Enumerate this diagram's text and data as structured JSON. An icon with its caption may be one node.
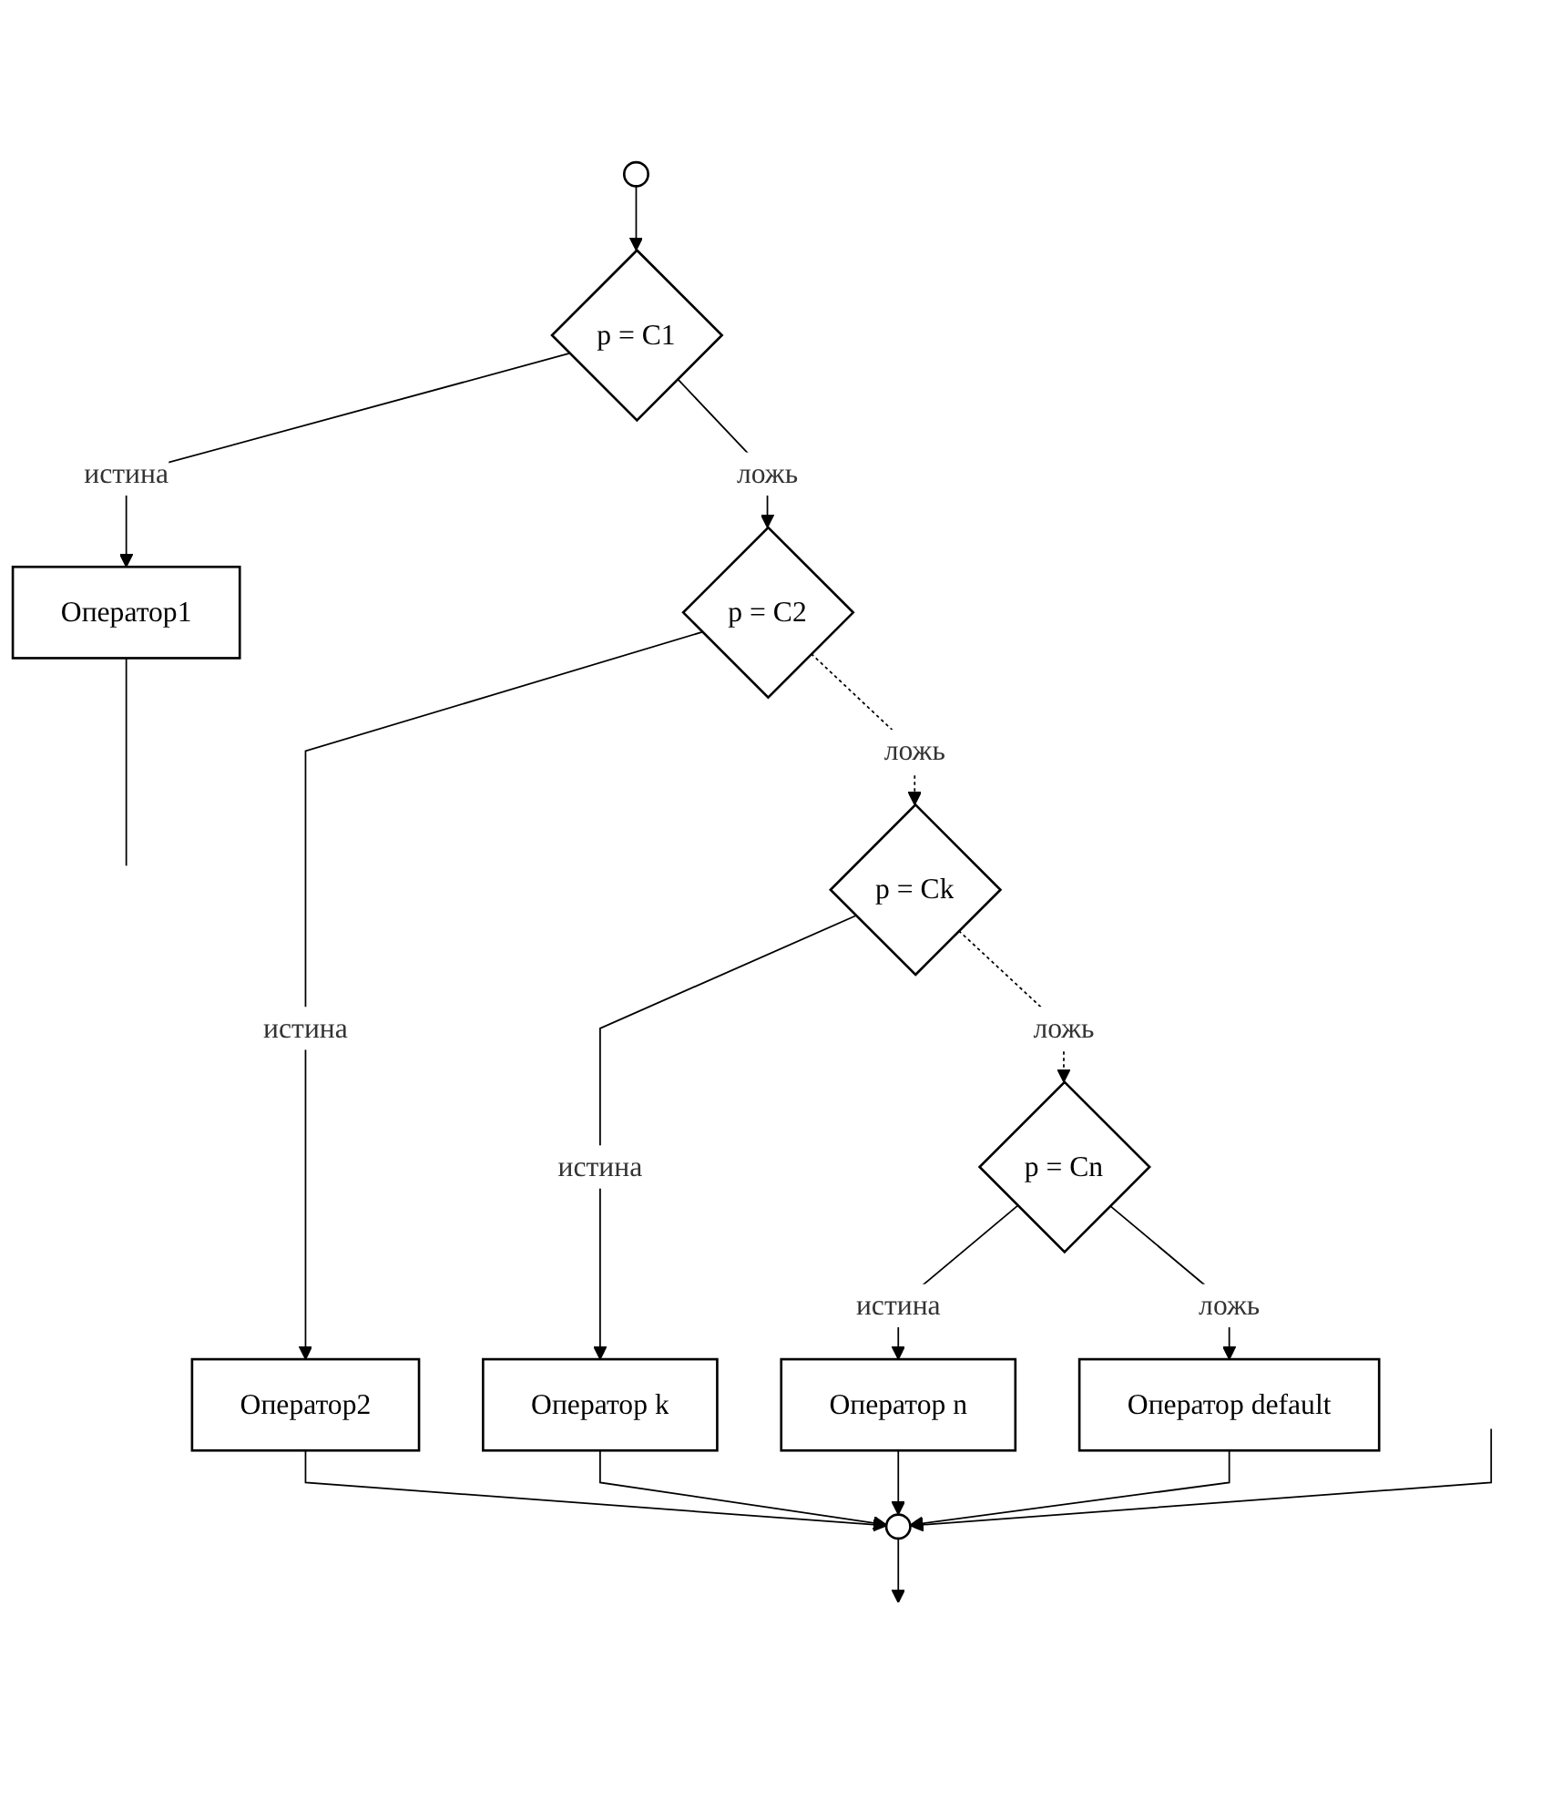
{
  "diagram": {
    "nodes": [
      {
        "text": [],
        "shape": "circle"
      },
      {
        "text": [
          "p = C1"
        ]
      },
      {
        "text": [
          "Оператор1"
        ]
      },
      {
        "text": [
          "p = C2"
        ]
      },
      {
        "text": [
          "Оператор2"
        ]
      },
      {
        "text": [
          "p = Ck"
        ]
      },
      {
        "text": [
          "Оператор k"
        ]
      },
      {
        "text": [
          "p = Cn"
        ]
      },
      {
        "text": [
          "Оператор n"
        ]
      },
      {
        "text": [
          "Оператор default"
        ]
      },
      {
        "text": [],
        "shape": "circle"
      }
    ],
    "edges": [
      {
        "from": 0,
        "to": 1,
        "arrow": "to"
      },
      {
        "from": 1,
        "to": 2,
        "label": "истина",
        "arrow": "to"
      },
      {
        "from": 1,
        "to": 3,
        "label": "ложь",
        "arrow": "to"
      },
      {
        "from": 3,
        "to": 4,
        "label": "истина",
        "arrow": "to"
      },
      {
        "from": 3,
        "to": 5,
        "label": "ложь",
        "arrow": "to",
        "style": "dashed"
      },
      {
        "from": 5,
        "to": 6,
        "label": "истина",
        "arrow": "to"
      },
      {
        "from": 5,
        "to": 7,
        "label": "ложь",
        "arrow": "to",
        "style": "dashed"
      },
      {
        "from": 7,
        "to": 8,
        "label": "истина",
        "arrow": "to"
      },
      {
        "from": 7,
        "to": 9,
        "label": "ложь",
        "arrow": "to"
      },
      {
        "from": 9,
        "to": 10,
        "arrow": "to"
      },
      {
        "from": 8,
        "to": 10,
        "arrow": "to"
      },
      {
        "from": 6,
        "to": 10,
        "arrow": "to"
      },
      {
        "from": 4,
        "to": 10,
        "arrow": "to"
      },
      {
        "from": 2,
        "to": null,
        "arrow": "none"
      },
      {
        "from": null,
        "to": 10,
        "arrow": "to"
      },
      {
        "from": 10,
        "to": null,
        "arrow": "to"
      }
    ]
  }
}
